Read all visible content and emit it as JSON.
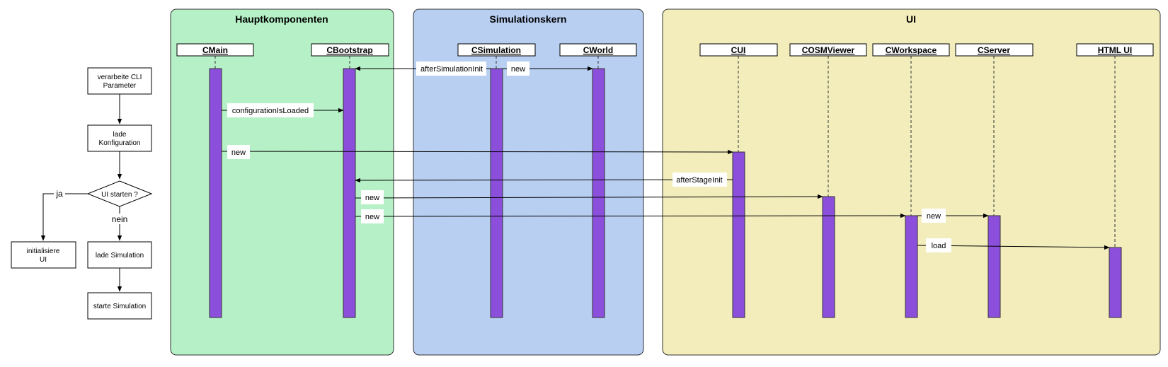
{
  "flowchart": {
    "nodes": [
      {
        "id": "cli",
        "lines": [
          "verarbeite CLI",
          "Parameter"
        ]
      },
      {
        "id": "config",
        "lines": [
          "lade",
          "Konfiguration"
        ]
      },
      {
        "id": "decision",
        "lines": [
          "UI starten ?"
        ]
      },
      {
        "id": "init_ui",
        "lines": [
          "initialisiere",
          "UI"
        ]
      },
      {
        "id": "load_sim",
        "lines": [
          "lade Simulation"
        ]
      },
      {
        "id": "start_sim",
        "lines": [
          "starte Simulation"
        ]
      }
    ],
    "yes_label": "ja",
    "no_label": "nein"
  },
  "groups": [
    {
      "id": "haupt",
      "title": "Hauptkomponenten",
      "fill": "#b5f0c6"
    },
    {
      "id": "sim",
      "title": "Simulationskern",
      "fill": "#b8cff2"
    },
    {
      "id": "ui",
      "title": "UI",
      "fill": "#f2edbb"
    }
  ],
  "lifelines": [
    {
      "id": "cmain",
      "name": "CMain"
    },
    {
      "id": "cbootstrap",
      "name": "CBootstrap"
    },
    {
      "id": "csimulation",
      "name": "CSimulation"
    },
    {
      "id": "cworld",
      "name": "CWorld"
    },
    {
      "id": "cui",
      "name": "CUI"
    },
    {
      "id": "cosmviewer",
      "name": "COSMViewer"
    },
    {
      "id": "cworkspace",
      "name": "CWorkspace"
    },
    {
      "id": "cserver",
      "name": "CServer"
    },
    {
      "id": "htmlui",
      "name": "HTML UI"
    }
  ],
  "messages": [
    {
      "id": "m1",
      "label": "afterSimulationInit",
      "from": "csimulation",
      "to": "cbootstrap"
    },
    {
      "id": "m2",
      "label": "new",
      "from": "csimulation",
      "to": "cworld"
    },
    {
      "id": "m3",
      "label": "configurationIsLoaded",
      "from": "cmain",
      "to": "cbootstrap"
    },
    {
      "id": "m4",
      "label": "new",
      "from": "cmain",
      "to": "cui"
    },
    {
      "id": "m5",
      "label": "afterStageInit",
      "from": "cui",
      "to": "cbootstrap"
    },
    {
      "id": "m6",
      "label": "new",
      "from": "cbootstrap",
      "to": "cosmviewer"
    },
    {
      "id": "m7",
      "label": "new",
      "from": "cbootstrap",
      "to": "cworkspace"
    },
    {
      "id": "m8",
      "label": "new",
      "from": "cworkspace",
      "to": "cserver"
    },
    {
      "id": "m9",
      "label": "load",
      "from": "cworkspace",
      "to": "htmlui"
    }
  ],
  "colors": {
    "activation": "#8b4fdc",
    "group_stroke": "#333333"
  }
}
